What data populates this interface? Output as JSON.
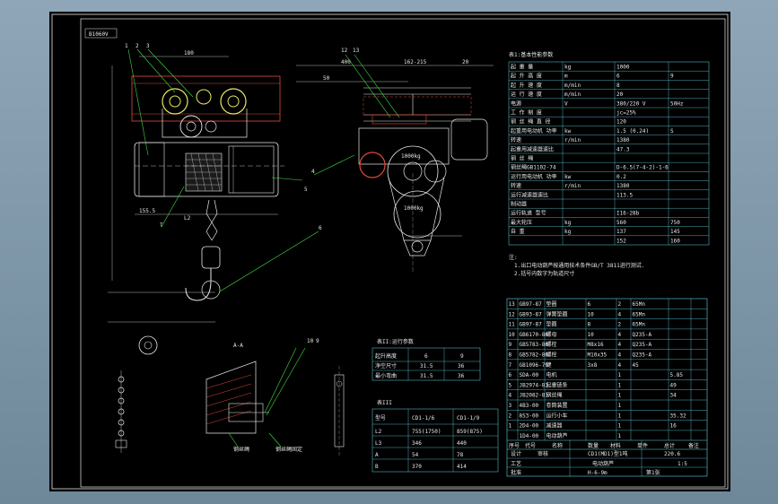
{
  "drawing": {
    "code": "B1060V",
    "labels_left": [
      "1",
      "2",
      "3"
    ],
    "label_left_6": "6",
    "label_left_5": "5",
    "label_left_4": "4",
    "label_right_12": "12",
    "label_right_13": "13",
    "dim_l2": "L2",
    "dim_180": "180",
    "dim_1555": "155.5",
    "dim_400": "400",
    "dim_mid": "162-215",
    "dim_50": "50",
    "dim_20": "20",
    "dim_ts": "T",
    "wheel_label": "1000kg",
    "detail_a": "A-A",
    "detail_10": "10",
    "detail_9": "9",
    "weld_label": "钢丝绳",
    "anchor_label": "钢丝绳固定",
    "r_dim": "50"
  },
  "table1": {
    "title": "表1:基本性能参数",
    "rows": [
      [
        "起 重 量",
        "kg",
        "1000",
        ""
      ],
      [
        "起 升 高 度",
        "m",
        "6",
        "9"
      ],
      [
        "起 升 速 度",
        "m/min",
        "8",
        ""
      ],
      [
        "运 行 速 度",
        "m/min",
        "20",
        ""
      ],
      [
        "电源",
        "V",
        "380/220 V",
        "50Hz"
      ],
      [
        "工 作 制 度",
        "",
        "jc=25%",
        ""
      ],
      [
        "钢 丝 绳 直 径",
        "",
        "120",
        ""
      ],
      [
        "起重用电动机 功率",
        "kw",
        "1.5 (0.24)",
        "S"
      ],
      [
        "转速",
        "r/min",
        "1380",
        ""
      ],
      [
        "起重用减速器速比",
        "",
        "47.3",
        ""
      ],
      [
        "钢 丝 绳",
        "",
        "",
        ""
      ],
      [
        "钢丝绳GB1102-74",
        "",
        "D-6.5(7-4-2)-1-6",
        ""
      ],
      [
        "运行用电动机 功率",
        "kw",
        "0.2",
        ""
      ],
      [
        "转速",
        "r/min",
        "1380",
        ""
      ],
      [
        "运行减速器速比",
        "",
        "113.5",
        ""
      ],
      [
        "制动器",
        "",
        "",
        ""
      ],
      [
        "运行轨道 型号",
        "",
        "I16-28b",
        ""
      ],
      [
        "最大轮压",
        "kg",
        "560",
        "750"
      ],
      [
        "自 重",
        "kg",
        "137",
        "145"
      ],
      [
        "",
        "",
        "152",
        "160"
      ]
    ],
    "notes": [
      "注:",
      "1.出口电动葫芦按通用技术条件GB/T 3811进行测试.",
      "2.括号内数字为轨道尺寸"
    ]
  },
  "table2": {
    "title": "表II:运行参数",
    "header": [
      "起升高度",
      "6",
      "9"
    ],
    "rows": [
      [
        "净空尺寸",
        "31.5",
        "36"
      ],
      [
        "最小弯曲",
        "31.5",
        "36"
      ]
    ]
  },
  "table3": {
    "title": "表III",
    "header": [
      "型号",
      "CD1-1/6",
      "CD1-1/9"
    ],
    "rows": [
      [
        "L2",
        "755(1750)",
        "859(875)"
      ],
      [
        "L3",
        "346",
        "440"
      ],
      [
        "A",
        "54",
        "78"
      ],
      [
        "B",
        "370",
        "414"
      ]
    ]
  },
  "parts": {
    "rows": [
      [
        "13",
        "GB97-87",
        "垫圈",
        "6",
        "2",
        "65Mn",
        ""
      ],
      [
        "12",
        "GB93-87",
        "弹簧垫圈",
        "10",
        "4",
        "65Mn",
        ""
      ],
      [
        "11",
        "GB97-87",
        "垫圈",
        "8",
        "2",
        "65Mn",
        ""
      ],
      [
        "10",
        "GB6170-86",
        "螺母",
        "10",
        "4",
        "Q235-A",
        ""
      ],
      [
        "9",
        "GB5783-86",
        "螺栓",
        "M8x16",
        "4",
        "Q235-A",
        ""
      ],
      [
        "8",
        "GB5782-86",
        "螺栓",
        "M10x35",
        "4",
        "Q235-A",
        ""
      ],
      [
        "7",
        "GB1096-79",
        "键",
        "3x8",
        "4",
        "45",
        ""
      ],
      [
        "6",
        "SDA-00",
        "电机",
        "",
        "1",
        "",
        "5.85"
      ],
      [
        "5",
        "JB2974-81",
        "起重链条",
        "",
        "1",
        "",
        "49"
      ],
      [
        "4",
        "JB2082-81",
        "钢丝绳",
        "",
        "1",
        "",
        "34"
      ],
      [
        "3",
        "4B3-00",
        "卷筒装置",
        "",
        "1",
        "",
        ""
      ],
      [
        "2",
        "8S3-00",
        "运行小车",
        "",
        "1",
        "",
        "35.32"
      ],
      [
        "1",
        "2D4-00",
        "减速器",
        "",
        "1",
        "",
        "16"
      ],
      [
        "",
        "1D4-00",
        "电动葫芦",
        "",
        "1",
        "",
        ""
      ]
    ],
    "header": [
      "序号",
      "代号",
      "名称",
      "数量",
      "材料",
      "单件",
      "总计",
      "备注"
    ],
    "title_block": {
      "name": "CD1(MD1)型1吨",
      "product": "电动葫芦",
      "drawing_no": "H-6-9m",
      "scale": "1:5",
      "sheet": "第1张",
      "weight": "220.6",
      "roles": [
        "设计",
        "审核",
        "工艺",
        "批准"
      ]
    }
  }
}
